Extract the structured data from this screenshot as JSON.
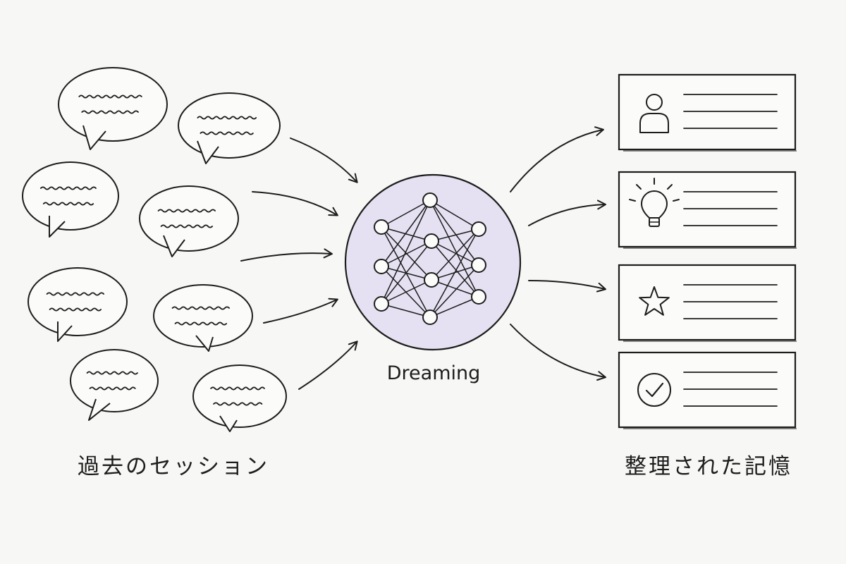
{
  "diagram": {
    "center_label": "Dreaming",
    "left_label": "過去のセッション",
    "right_label": "整理された記憶"
  },
  "colors": {
    "ink": "#1d1d1d",
    "node_fill": "#e5e1f2",
    "background": "#f7f7f5"
  },
  "icons": {
    "inputs": [
      "speech-bubble-icon"
    ],
    "outputs": [
      "person-icon",
      "lightbulb-icon",
      "star-icon",
      "checkmark-icon"
    ]
  }
}
